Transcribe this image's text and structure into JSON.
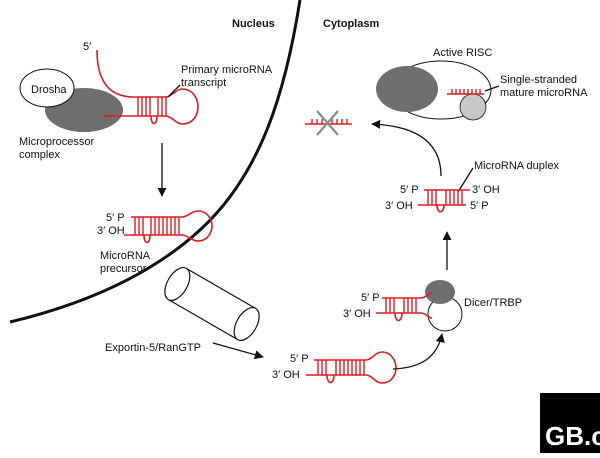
{
  "regions": {
    "nucleus": "Nucleus",
    "cytoplasm": "Cytoplasm"
  },
  "labels": {
    "five_prime_primary": "5′",
    "primary_transcript_l1": "Primary microRNA",
    "primary_transcript_l2": "transcript",
    "drosha": "Drosha",
    "microprocessor_l1": "Microprocessor",
    "microprocessor_l2": "complex",
    "precursor_5p": "5′ P",
    "precursor_3oh": "3′ OH",
    "precursor_l1": "MicroRNA",
    "precursor_l2": "precursor",
    "exportin": "Exportin-5/RanGTP",
    "cyto_5p": "5′ P",
    "cyto_3oh": "3′ OH",
    "dicer_5p": "5′ P",
    "dicer_3oh": "3′ OH",
    "dicer": "Dicer/TRBP",
    "duplex_title": "MicroRNA duplex",
    "duplex_5p_left": "5′ P",
    "duplex_3oh_left": "3′ OH",
    "duplex_3oh_right": "3′ OH",
    "duplex_5p_right": "5′ P",
    "risc": "Active RISC",
    "single_l1": "Single-stranded",
    "single_l2": "mature microRNA"
  },
  "logo": {
    "text": "GB.c"
  },
  "colors": {
    "rna": "#e01a22",
    "protein_dark": "#6e6e6e",
    "protein_light": "#c8c8c8",
    "line": "#111111",
    "logo_bg": "#000000"
  }
}
